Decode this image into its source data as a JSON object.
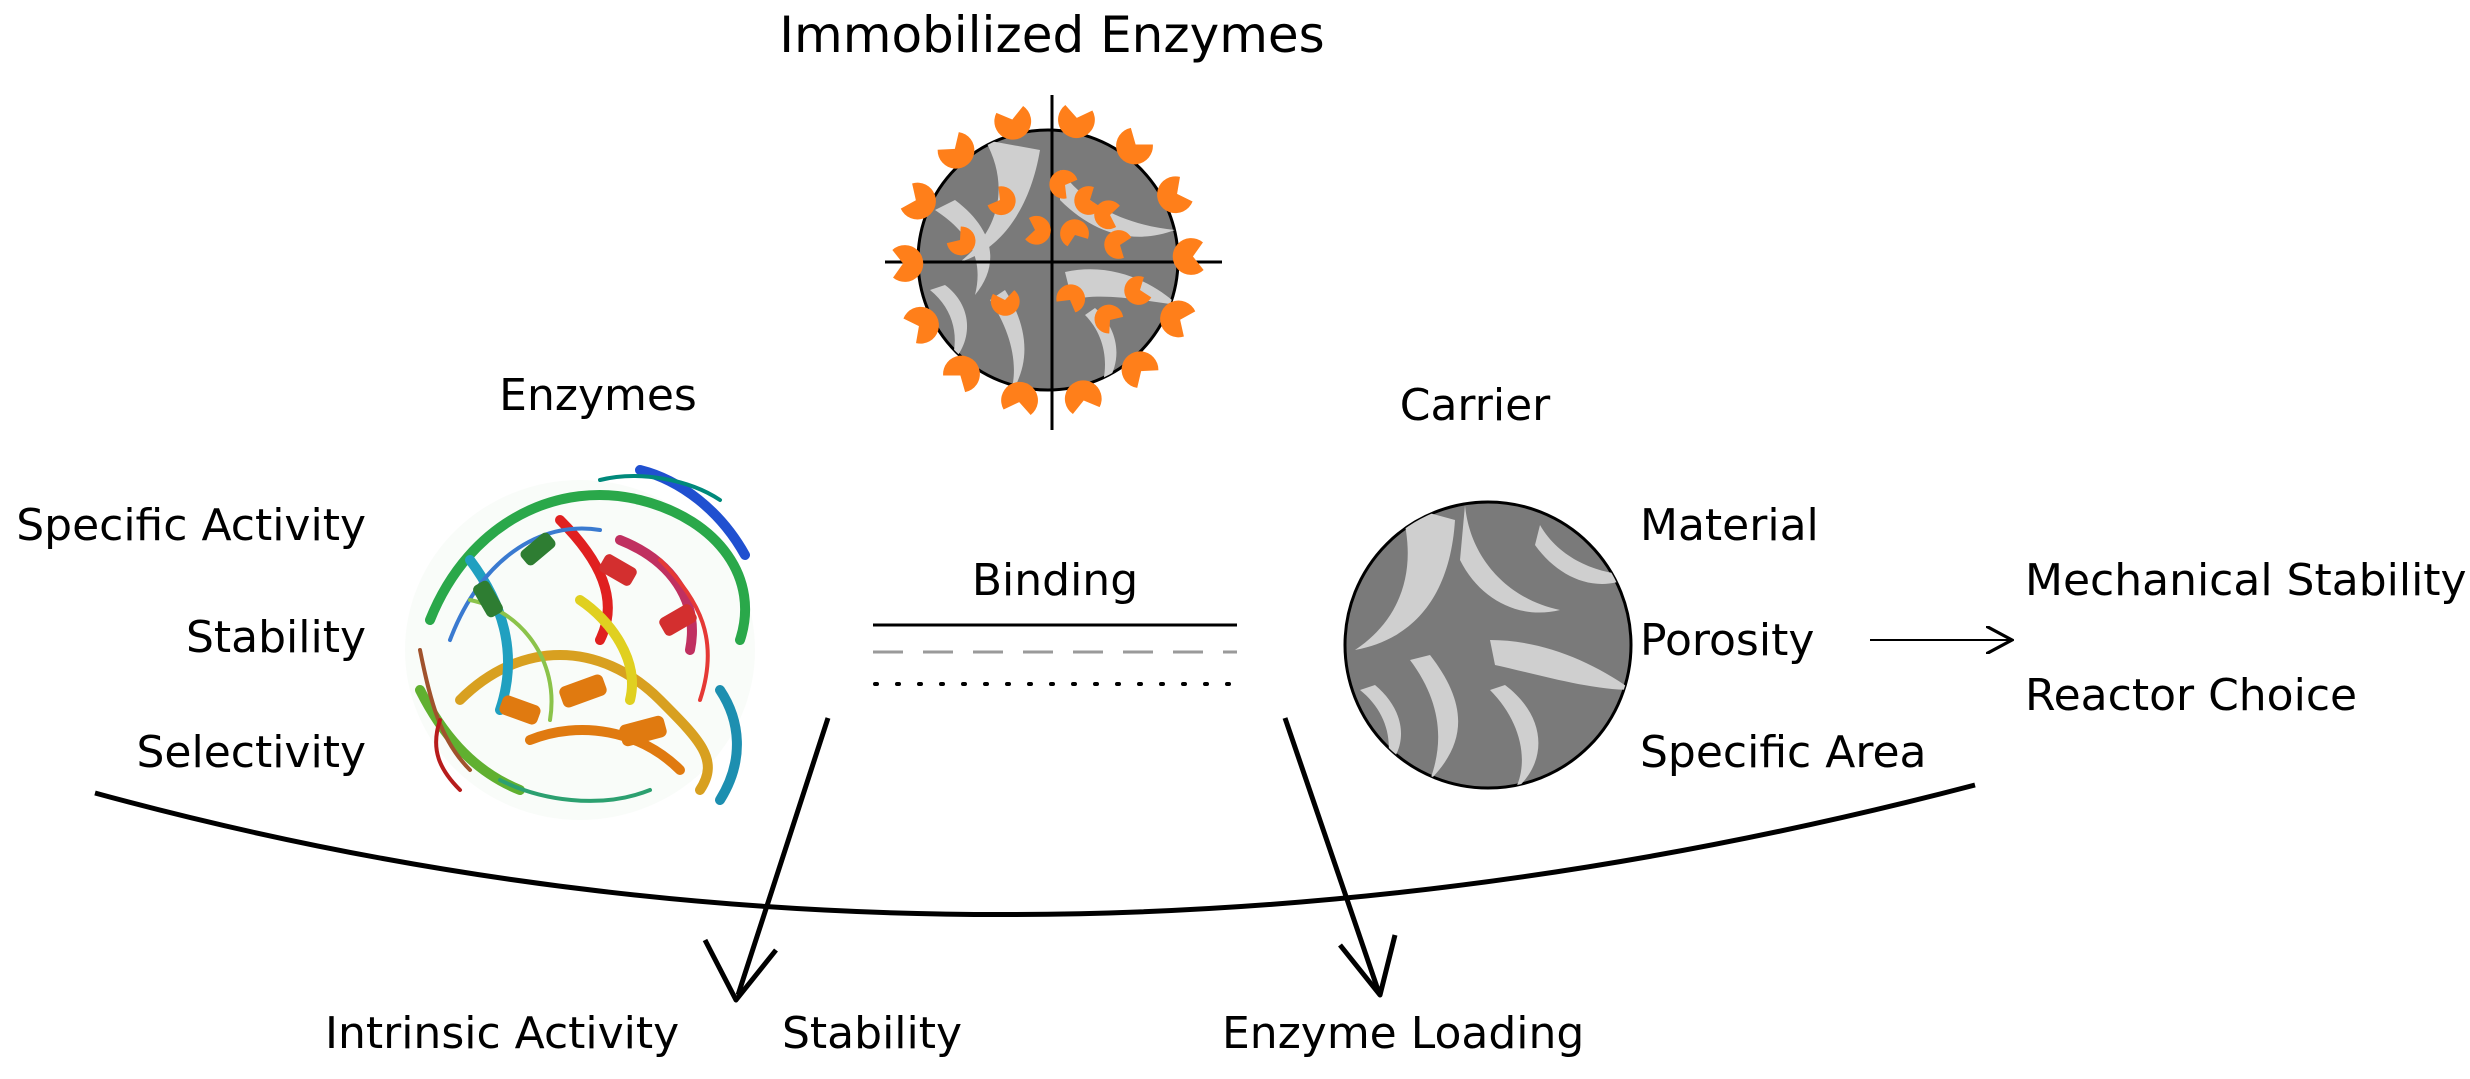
{
  "diagram": {
    "title": "Immobilized Enzymes",
    "enzymes": {
      "heading": "Enzymes",
      "properties": [
        "Specific Activity",
        "Stability",
        "Selectivity"
      ]
    },
    "binding": {
      "heading": "Binding"
    },
    "carrier": {
      "heading": "Carrier",
      "properties": [
        "Material",
        "Porosity",
        "Specific Area"
      ],
      "implications": [
        "Mechanical Stability",
        "Reactor Choice"
      ]
    },
    "outcomes": [
      "Intrinsic Activity",
      "Stability",
      "Enzyme Loading"
    ]
  },
  "colors": {
    "enzyme_orange": "#ff7f1a",
    "carrier_dark": "#7a7a7a",
    "carrier_light": "#cfcfcf",
    "binding_dashed": "#9a9a9a"
  },
  "icons": [
    "enzyme-protein-structure-icon",
    "carrier-bead-icon",
    "immobilized-enzyme-bead-icon"
  ]
}
